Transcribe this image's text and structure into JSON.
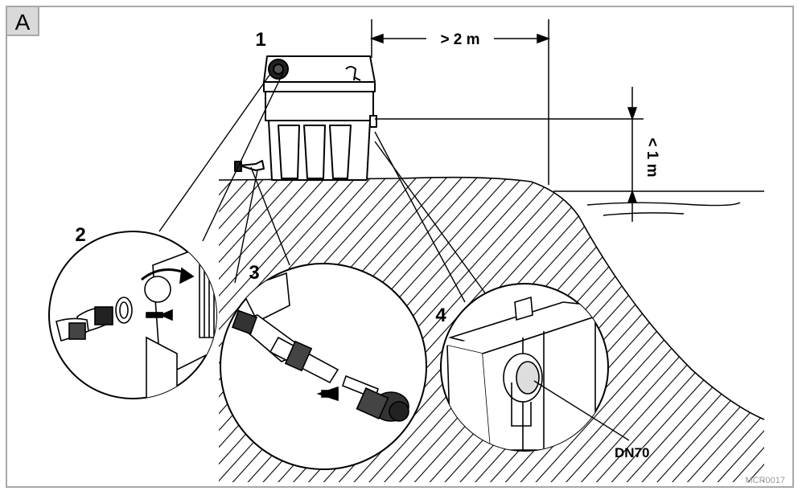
{
  "panel_label": "A",
  "callouts": {
    "c1": "1",
    "c2": "2",
    "c3": "3",
    "c4": "4"
  },
  "dimensions": {
    "horizontal": "> 2 m",
    "vertical": "< 1 m"
  },
  "detail_labels": {
    "outlet": "DN70"
  },
  "watermark": "MCR0017"
}
